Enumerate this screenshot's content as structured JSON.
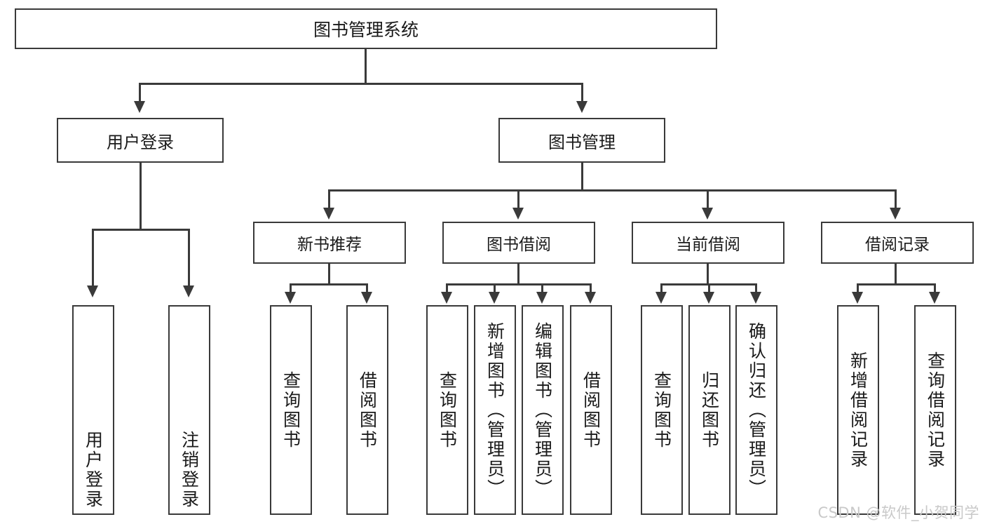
{
  "diagram": {
    "title": "图书管理系统",
    "type": "hierarchy-tree",
    "root": {
      "label": "图书管理系统"
    },
    "level2": [
      {
        "label": "用户登录"
      },
      {
        "label": "图书管理"
      }
    ],
    "level3": [
      {
        "label": "新书推荐"
      },
      {
        "label": "图书借阅"
      },
      {
        "label": "当前借阅"
      },
      {
        "label": "借阅记录"
      }
    ],
    "leaves": {
      "user_login": [
        {
          "label": "用户登录"
        },
        {
          "label": "注销登录"
        }
      ],
      "new_book_recommendation": [
        {
          "label": "查询图书"
        },
        {
          "label": "借阅图书"
        }
      ],
      "book_borrow": [
        {
          "label": "查询图书"
        },
        {
          "label": "新增图书（管理员）"
        },
        {
          "label": "编辑图书（管理员）"
        },
        {
          "label": "借阅图书"
        }
      ],
      "current_borrow": [
        {
          "label": "查询图书"
        },
        {
          "label": "归还图书"
        },
        {
          "label": "确认归还（管理员）"
        }
      ],
      "borrow_records": [
        {
          "label": "新增借阅记录"
        },
        {
          "label": "查询借阅记录"
        }
      ]
    }
  },
  "watermark": {
    "text": "CSDN @软件_小贺同学"
  },
  "colors": {
    "stroke": "#3a3a3a",
    "text": "#1a1a1a",
    "background": "#ffffff",
    "watermark": "#c9c9c9"
  }
}
